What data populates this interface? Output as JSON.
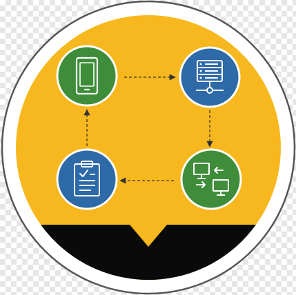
{
  "diagram": {
    "colors": {
      "ring_fill": "#ffffff",
      "ring_stroke": "#555555",
      "background": "#f6b81e",
      "base": "#0a0a0a",
      "node_stroke": "#ffffff",
      "icon": "#ffffff",
      "arrow": "#333333"
    },
    "nodes": [
      {
        "name": "mobile-phone",
        "icon": "mobile-phone-icon",
        "fill": "#3f8d3a"
      },
      {
        "name": "server",
        "icon": "server-icon",
        "fill": "#2f6aa8"
      },
      {
        "name": "network-transfer",
        "icon": "monitors-transfer-icon",
        "fill": "#3f8d3a"
      },
      {
        "name": "clipboard",
        "icon": "clipboard-icon",
        "fill": "#2f6aa8"
      }
    ],
    "flow": [
      {
        "from": "mobile-phone",
        "to": "server"
      },
      {
        "from": "server",
        "to": "network-transfer"
      },
      {
        "from": "network-transfer",
        "to": "clipboard"
      },
      {
        "from": "clipboard",
        "to": "mobile-phone"
      }
    ]
  }
}
